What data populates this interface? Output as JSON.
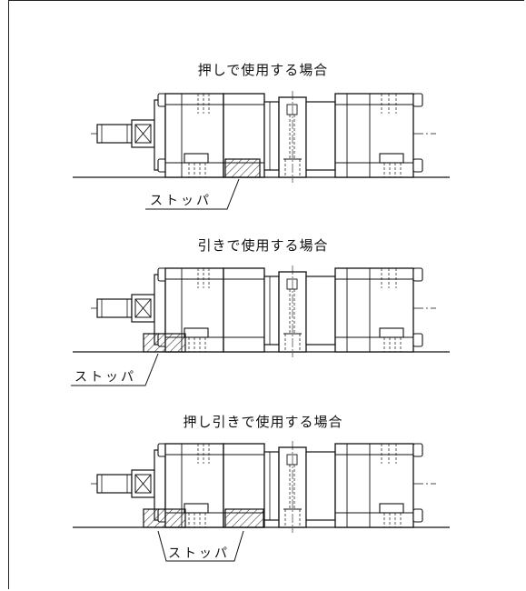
{
  "figures": [
    {
      "title": "押しで使用する場合",
      "stopper_label": "ストッパ"
    },
    {
      "title": "引きで使用する場合",
      "stopper_label": "ストッパ"
    },
    {
      "title": "押し引きで使用する場合",
      "stopper_label": "ストッパ"
    }
  ],
  "colors": {
    "line": "#111111",
    "background": "#ffffff"
  }
}
